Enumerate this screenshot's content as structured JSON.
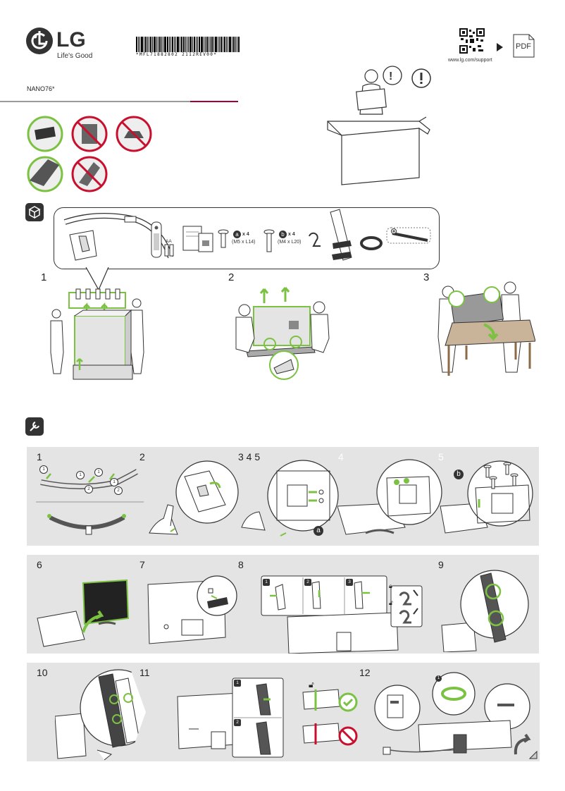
{
  "header": {
    "brand": "LG",
    "tagline": "Life's Good",
    "barcode_text": "*MFL71882802 2112REV00*",
    "model": "NANO76*",
    "support_url": "www.lg.com/support",
    "pdf_label": "PDF"
  },
  "parts": {
    "remote_batteries_label": "AA",
    "screw_a_count": "x 4",
    "screw_a_spec": "(M5 x L14)",
    "screw_b_count": "x 4",
    "screw_b_spec": "(M4 x L20)",
    "screw_a_letter": "a",
    "screw_b_letter": "b"
  },
  "unbox_steps": [
    "1",
    "2",
    "3"
  ],
  "assembly_steps": {
    "row1": [
      "1",
      "2",
      "3 4 5",
      "4",
      "5"
    ],
    "row2": [
      "6",
      "7",
      "8",
      "9"
    ],
    "row3": [
      "10",
      "11",
      "12"
    ]
  },
  "step1_markers": [
    "1",
    "1",
    "1",
    "1",
    "2",
    "2"
  ],
  "step8_substeps": [
    "1",
    "2",
    "3"
  ],
  "step11_substeps": [
    "1",
    "2"
  ],
  "step12_marker": "1",
  "callout_letters": {
    "step345": "a",
    "step5": "b"
  },
  "colors": {
    "accent_green": "#7cc242",
    "warning_red": "#c8102e",
    "brand_red": "#a50034",
    "panel_gray": "#e4e4e4"
  }
}
